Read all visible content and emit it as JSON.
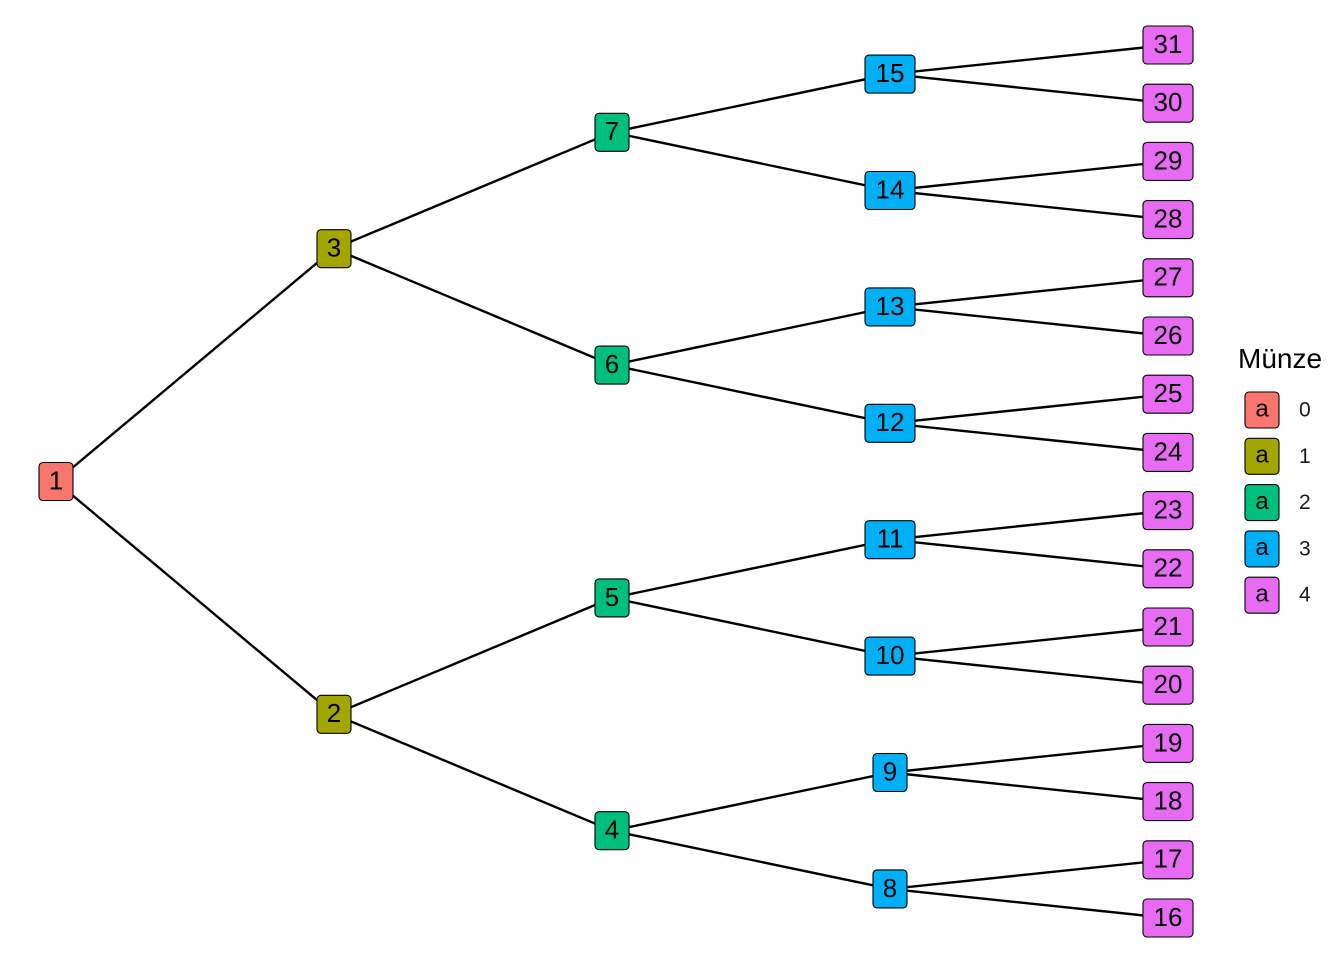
{
  "diagram": {
    "type": "binary-tree",
    "nodes": [
      {
        "id": "1",
        "level": 0
      },
      {
        "id": "2",
        "level": 1
      },
      {
        "id": "3",
        "level": 1
      },
      {
        "id": "4",
        "level": 2
      },
      {
        "id": "5",
        "level": 2
      },
      {
        "id": "6",
        "level": 2
      },
      {
        "id": "7",
        "level": 2
      },
      {
        "id": "8",
        "level": 3
      },
      {
        "id": "9",
        "level": 3
      },
      {
        "id": "10",
        "level": 3
      },
      {
        "id": "11",
        "level": 3
      },
      {
        "id": "12",
        "level": 3
      },
      {
        "id": "13",
        "level": 3
      },
      {
        "id": "14",
        "level": 3
      },
      {
        "id": "15",
        "level": 3
      },
      {
        "id": "16",
        "level": 4
      },
      {
        "id": "17",
        "level": 4
      },
      {
        "id": "18",
        "level": 4
      },
      {
        "id": "19",
        "level": 4
      },
      {
        "id": "20",
        "level": 4
      },
      {
        "id": "21",
        "level": 4
      },
      {
        "id": "22",
        "level": 4
      },
      {
        "id": "23",
        "level": 4
      },
      {
        "id": "24",
        "level": 4
      },
      {
        "id": "25",
        "level": 4
      },
      {
        "id": "26",
        "level": 4
      },
      {
        "id": "27",
        "level": 4
      },
      {
        "id": "28",
        "level": 4
      },
      {
        "id": "29",
        "level": 4
      },
      {
        "id": "30",
        "level": 4
      },
      {
        "id": "31",
        "level": 4
      }
    ],
    "edges": [
      [
        "1",
        "2"
      ],
      [
        "1",
        "3"
      ],
      [
        "2",
        "4"
      ],
      [
        "2",
        "5"
      ],
      [
        "3",
        "6"
      ],
      [
        "3",
        "7"
      ],
      [
        "4",
        "8"
      ],
      [
        "4",
        "9"
      ],
      [
        "5",
        "10"
      ],
      [
        "5",
        "11"
      ],
      [
        "6",
        "12"
      ],
      [
        "6",
        "13"
      ],
      [
        "7",
        "14"
      ],
      [
        "7",
        "15"
      ],
      [
        "8",
        "16"
      ],
      [
        "8",
        "17"
      ],
      [
        "9",
        "18"
      ],
      [
        "9",
        "19"
      ],
      [
        "10",
        "20"
      ],
      [
        "10",
        "21"
      ],
      [
        "11",
        "22"
      ],
      [
        "11",
        "23"
      ],
      [
        "12",
        "24"
      ],
      [
        "12",
        "25"
      ],
      [
        "13",
        "26"
      ],
      [
        "13",
        "27"
      ],
      [
        "14",
        "28"
      ],
      [
        "14",
        "29"
      ],
      [
        "15",
        "30"
      ],
      [
        "15",
        "31"
      ]
    ]
  },
  "legend": {
    "title": "Münze",
    "key_letter": "a",
    "items": [
      {
        "label": "0",
        "color": "#F8766D"
      },
      {
        "label": "1",
        "color": "#A3A500"
      },
      {
        "label": "2",
        "color": "#00BF7D"
      },
      {
        "label": "3",
        "color": "#00B0F6"
      },
      {
        "label": "4",
        "color": "#E76BF3"
      }
    ]
  }
}
